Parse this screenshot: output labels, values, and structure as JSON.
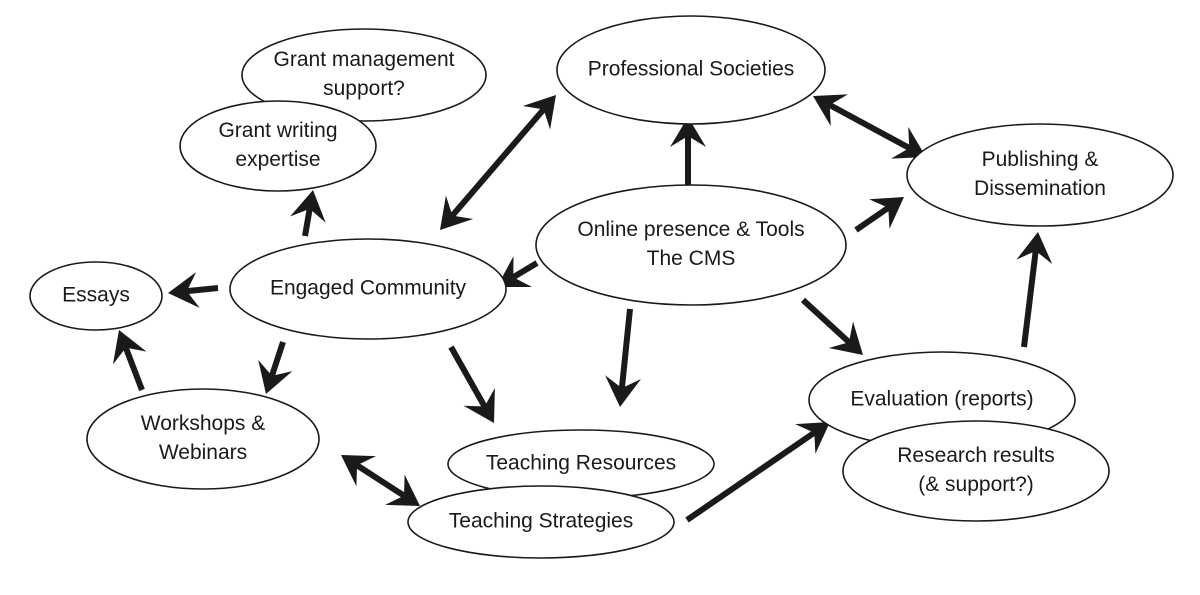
{
  "diagram": {
    "nodes": {
      "grant_management": {
        "lines": [
          "Grant management",
          "support?"
        ]
      },
      "grant_writing": {
        "lines": [
          "Grant writing",
          "expertise"
        ]
      },
      "professional_societies": {
        "lines": [
          "Professional Societies"
        ]
      },
      "publishing": {
        "lines": [
          "Publishing &",
          "Dissemination"
        ]
      },
      "online_presence": {
        "lines": [
          "Online presence & Tools",
          "The CMS"
        ]
      },
      "essays": {
        "lines": [
          "Essays"
        ]
      },
      "engaged_community": {
        "lines": [
          "Engaged Community"
        ]
      },
      "workshops": {
        "lines": [
          "Workshops &",
          "Webinars"
        ]
      },
      "teaching_resources": {
        "lines": [
          "Teaching Resources"
        ]
      },
      "teaching_strategies": {
        "lines": [
          "Teaching Strategies"
        ]
      },
      "evaluation": {
        "lines": [
          "Evaluation (reports)"
        ]
      },
      "research_results": {
        "lines": [
          "Research results",
          "(& support?)"
        ]
      }
    },
    "edges": [
      {
        "from": "engaged_community",
        "to": "professional_societies",
        "bidirectional": true
      },
      {
        "from": "professional_societies",
        "to": "publishing",
        "bidirectional": true
      },
      {
        "from": "online_presence",
        "to": "professional_societies",
        "bidirectional": false
      },
      {
        "from": "online_presence",
        "to": "publishing",
        "bidirectional": false
      },
      {
        "from": "online_presence",
        "to": "engaged_community",
        "bidirectional": false
      },
      {
        "from": "online_presence",
        "to": "teaching_resources",
        "bidirectional": false
      },
      {
        "from": "online_presence",
        "to": "evaluation",
        "bidirectional": false
      },
      {
        "from": "engaged_community",
        "to": "grant_writing",
        "bidirectional": false
      },
      {
        "from": "engaged_community",
        "to": "essays",
        "bidirectional": false
      },
      {
        "from": "engaged_community",
        "to": "workshops",
        "bidirectional": false
      },
      {
        "from": "engaged_community",
        "to": "teaching_resources",
        "bidirectional": false
      },
      {
        "from": "workshops",
        "to": "essays",
        "bidirectional": false
      },
      {
        "from": "workshops",
        "to": "teaching_strategies",
        "bidirectional": true
      },
      {
        "from": "teaching_strategies",
        "to": "evaluation",
        "bidirectional": false
      },
      {
        "from": "evaluation",
        "to": "publishing",
        "bidirectional": false
      }
    ]
  }
}
